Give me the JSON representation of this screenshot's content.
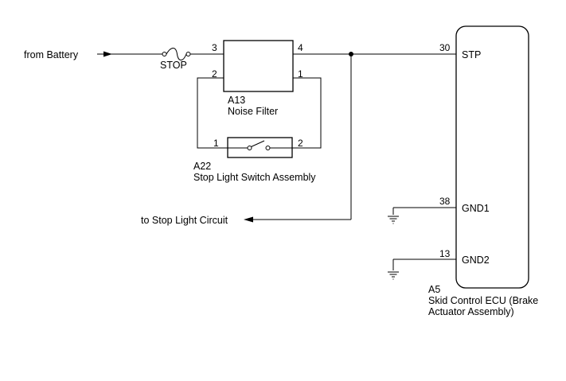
{
  "labels": {
    "from_battery": "from Battery",
    "fuse": "STOP",
    "to_stop_light": "to Stop Light Circuit"
  },
  "noise_filter": {
    "code": "A13",
    "name": "Noise Filter",
    "pins": {
      "p3": "3",
      "p4": "4",
      "p2": "2",
      "p1": "1"
    }
  },
  "switch": {
    "code": "A22",
    "name": "Stop Light Switch Assembly",
    "pins": {
      "p1": "1",
      "p2": "2"
    }
  },
  "ecu": {
    "code": "A5",
    "name_line1": "Skid Control ECU (Brake",
    "name_line2": "Actuator Assembly)",
    "pins": [
      {
        "num": "30",
        "name": "STP"
      },
      {
        "num": "38",
        "name": "GND1"
      },
      {
        "num": "13",
        "name": "GND2"
      }
    ]
  }
}
